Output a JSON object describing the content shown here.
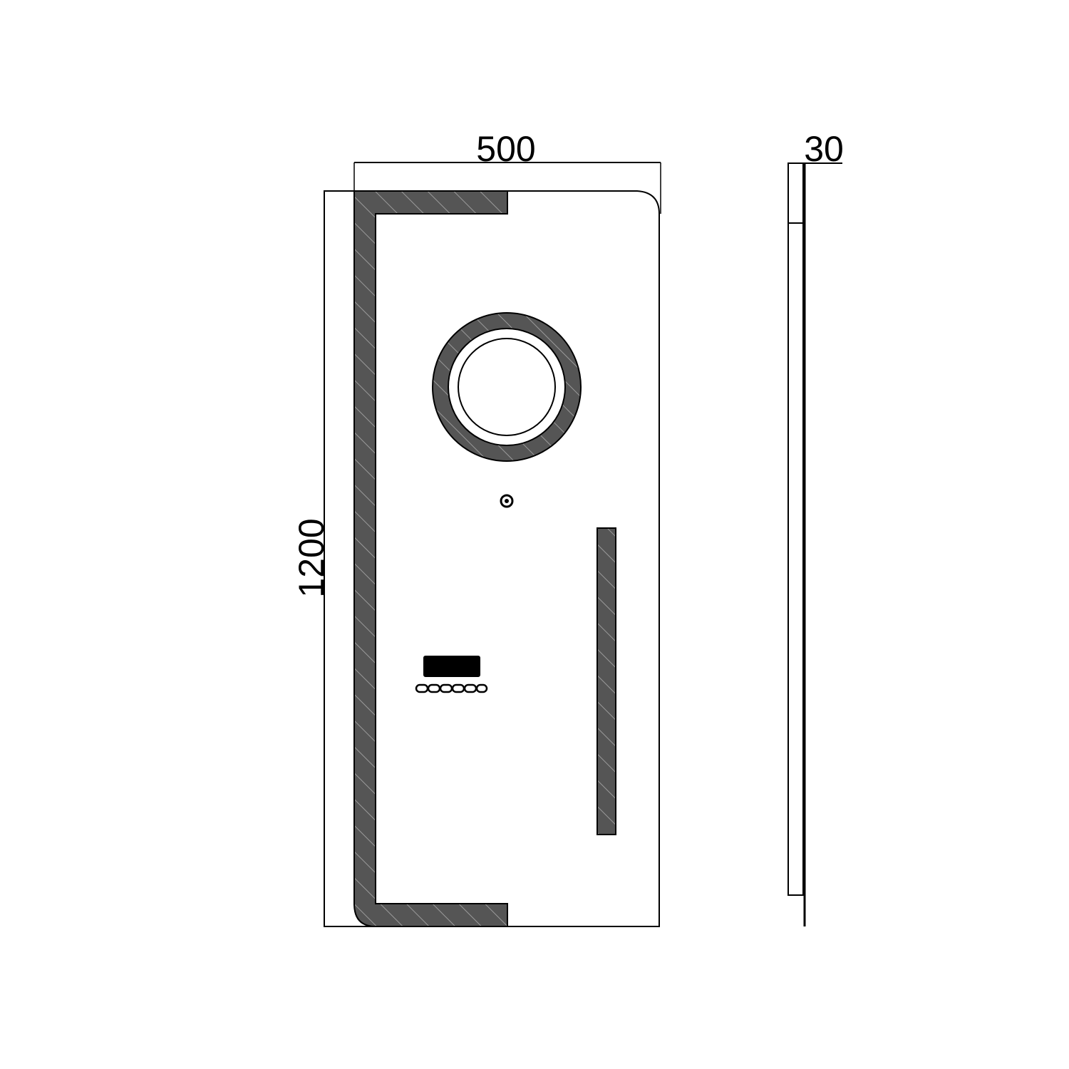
{
  "dimensions": {
    "width": "500",
    "height": "1200",
    "depth": "30"
  },
  "colors": {
    "line": "#000000",
    "fill": "#555555",
    "background": "#ffffff"
  },
  "icons": {
    "defogger_sensor": "touch-sensor-icon",
    "clock_display": "digital-display-icon",
    "control_buttons": "touch-buttons-icon"
  }
}
